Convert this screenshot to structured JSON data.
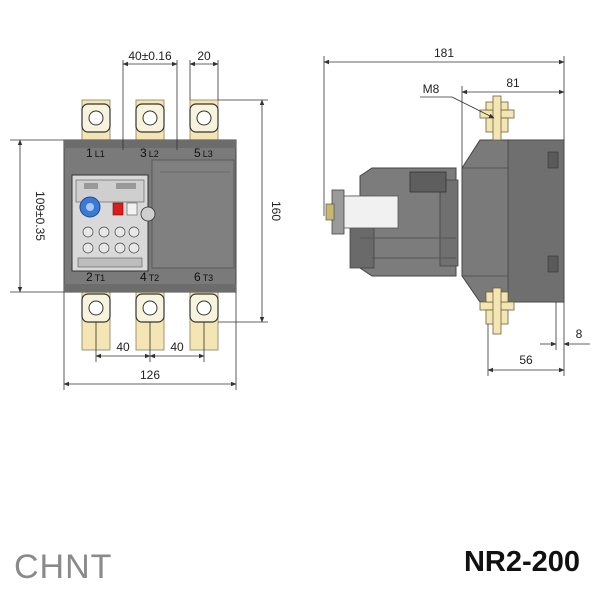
{
  "brand": {
    "logo_text": "CHNT"
  },
  "model": "NR2-200",
  "front_view": {
    "dimensions": {
      "pole_pitch_top": "40±0.16",
      "terminal_width": "20",
      "body_height": "109±0.35",
      "overall_height": "160",
      "pitch_left": "40",
      "pitch_right": "40",
      "body_width": "126"
    },
    "terminals_top": [
      {
        "num": "1",
        "sub": "L1"
      },
      {
        "num": "3",
        "sub": "L2"
      },
      {
        "num": "5",
        "sub": "L3"
      }
    ],
    "terminals_bottom": [
      {
        "num": "2",
        "sub": "T1"
      },
      {
        "num": "4",
        "sub": "T2"
      },
      {
        "num": "6",
        "sub": "T3"
      }
    ]
  },
  "side_view": {
    "dimensions": {
      "overall_depth": "181",
      "bolt_label": "M8",
      "bolt_depth": "81",
      "flange": "8",
      "mount_depth": "56"
    }
  },
  "colors": {
    "body": "#7a7a7a",
    "body_dark": "#5e5e5e",
    "terminal_bar": "#f3e6b4",
    "reset_button": "#3b79d6",
    "test_button": "#d91c1c"
  }
}
